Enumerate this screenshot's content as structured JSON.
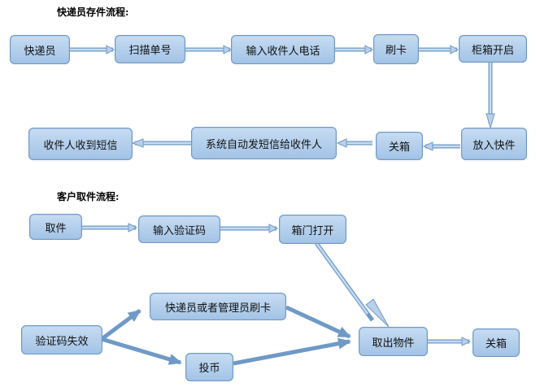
{
  "sections": [
    {
      "title": "快递员存件流程:",
      "nodes": [
        {
          "id": "courier",
          "label": "快递员"
        },
        {
          "id": "scan",
          "label": "扫描单号"
        },
        {
          "id": "input_phone",
          "label": "输入收件人电话"
        },
        {
          "id": "swipe",
          "label": "刷卡"
        },
        {
          "id": "open",
          "label": "柜箱开启"
        },
        {
          "id": "put",
          "label": "放入快件"
        },
        {
          "id": "close1",
          "label": "关箱"
        },
        {
          "id": "sms",
          "label": "系统自动发短信给收件人"
        },
        {
          "id": "receive",
          "label": "收件人收到短信"
        }
      ],
      "edges": [
        [
          "courier",
          "scan"
        ],
        [
          "scan",
          "input_phone"
        ],
        [
          "input_phone",
          "swipe"
        ],
        [
          "swipe",
          "open"
        ],
        [
          "open",
          "put"
        ],
        [
          "put",
          "close1"
        ],
        [
          "close1",
          "sms"
        ],
        [
          "sms",
          "receive"
        ]
      ]
    },
    {
      "title": "客户取件流程:",
      "nodes": [
        {
          "id": "pickup",
          "label": "取件"
        },
        {
          "id": "input_code",
          "label": "输入验证码"
        },
        {
          "id": "door_open",
          "label": "箱门打开"
        },
        {
          "id": "code_invalid",
          "label": "验证码失效"
        },
        {
          "id": "admin_swipe",
          "label": "快递员或者管理员刷卡"
        },
        {
          "id": "coin",
          "label": "投币"
        },
        {
          "id": "take",
          "label": "取出物件"
        },
        {
          "id": "close2",
          "label": "关箱"
        }
      ],
      "edges": [
        [
          "pickup",
          "input_code"
        ],
        [
          "input_code",
          "door_open"
        ],
        [
          "door_open",
          "take"
        ],
        [
          "code_invalid",
          "admin_swipe"
        ],
        [
          "code_invalid",
          "coin"
        ],
        [
          "admin_swipe",
          "take"
        ],
        [
          "coin",
          "take"
        ],
        [
          "take",
          "close2"
        ]
      ]
    }
  ],
  "colors": {
    "box_border": "#6f99c6",
    "box_fill_top": "#c6dcf2",
    "box_fill_bottom": "#a3c3e6",
    "arrow": "#8fb2da",
    "arrow_dark": "#6f99c6"
  }
}
